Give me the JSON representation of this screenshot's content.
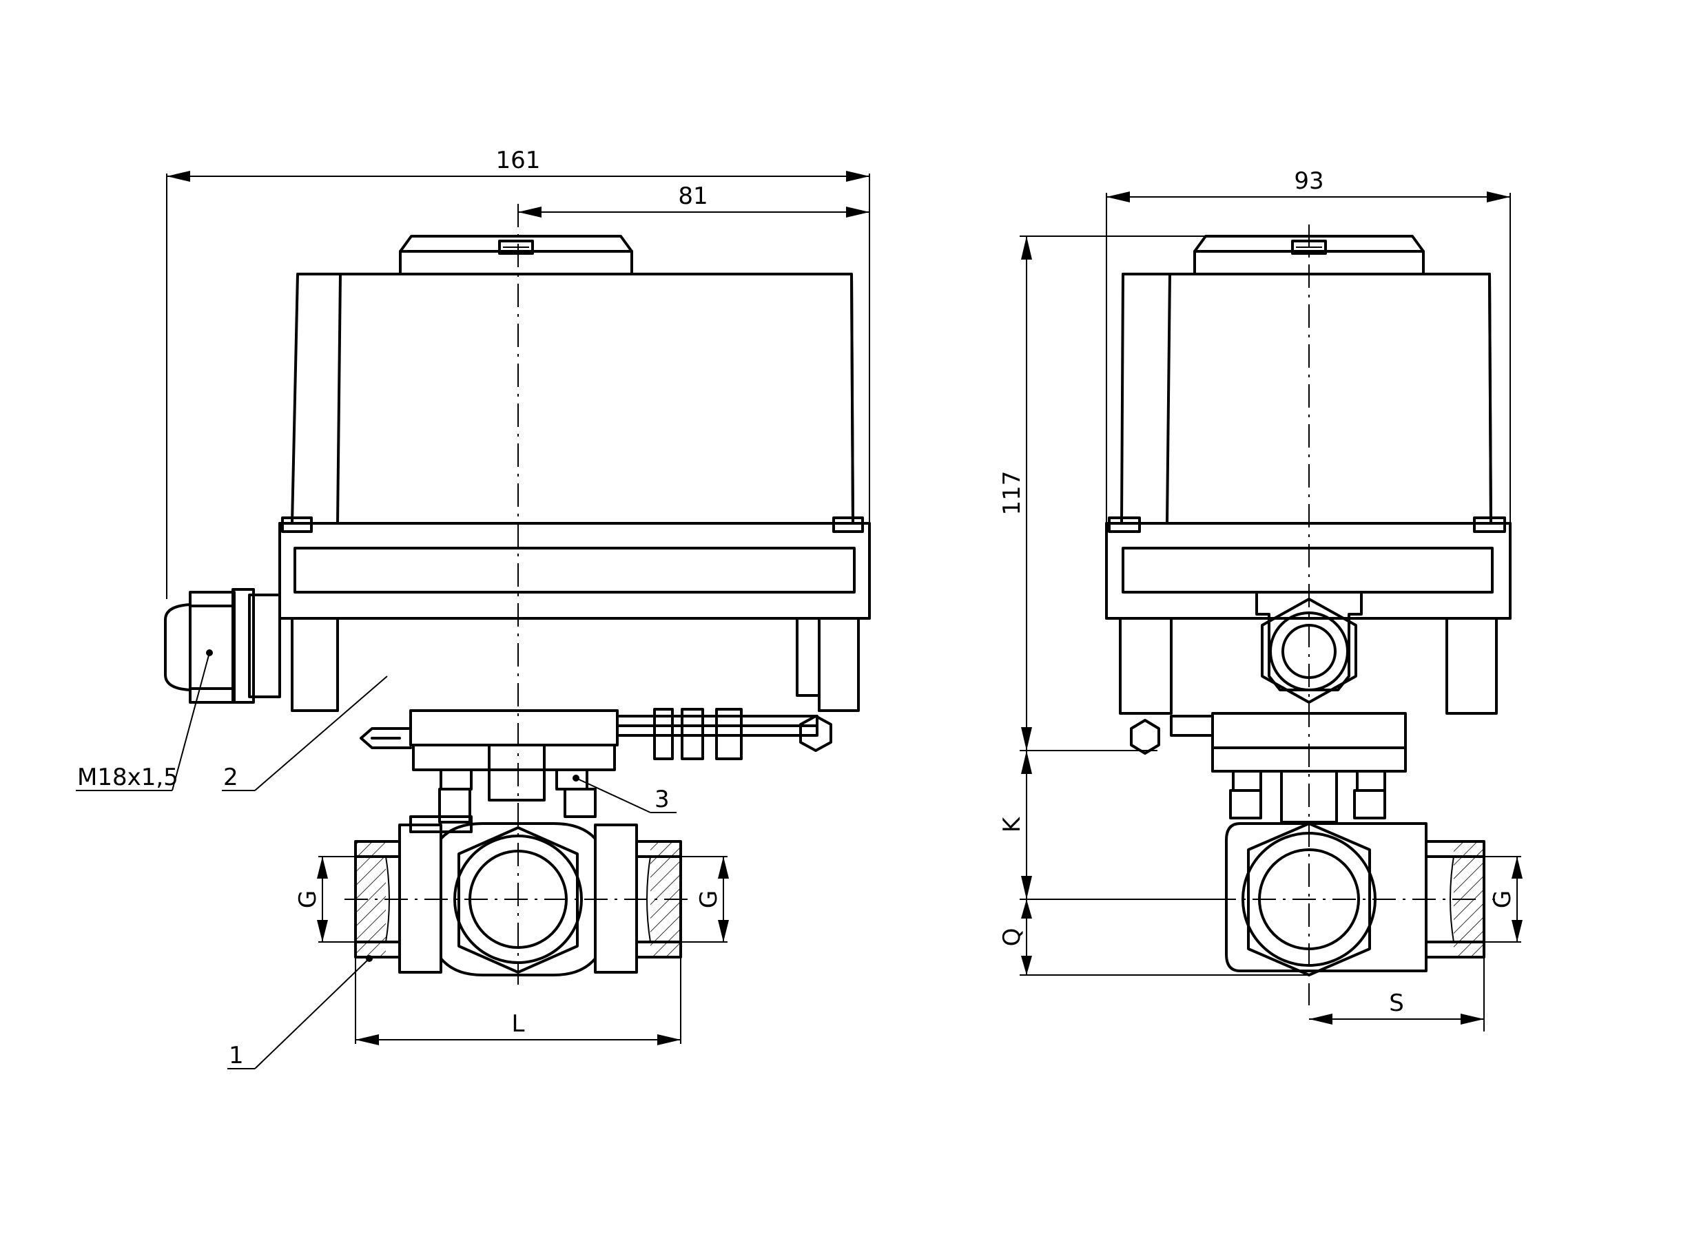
{
  "dimensions": {
    "overall_width_front": "161",
    "axis_to_edge_front": "81",
    "overall_width_side": "93",
    "overall_height": "117",
    "pipe_thread": "G",
    "port_length": "L",
    "side_port": "S",
    "axis_height": "K",
    "axis_to_bottom": "Q",
    "cable_gland_thread": "M18x1,5"
  },
  "callouts": {
    "item_1": "1",
    "item_2": "2",
    "item_3": "3"
  }
}
